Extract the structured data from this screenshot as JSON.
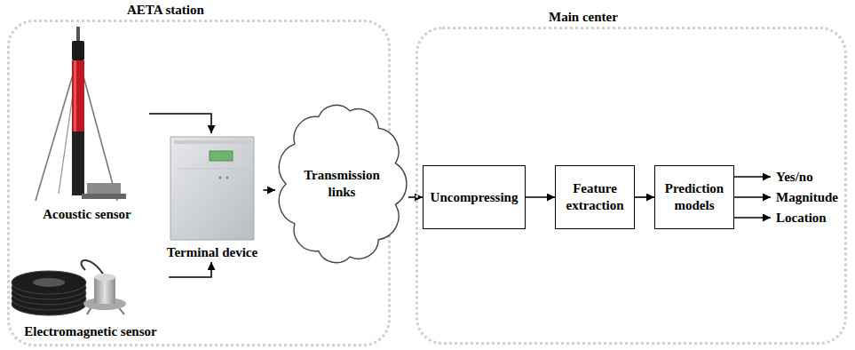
{
  "diagram": {
    "nodes": [
      {
        "text": [
          "AETA station"
        ]
      },
      {
        "text": [
          "Acoustic sensor"
        ],
        "in": 0
      },
      {
        "text": [
          "Electromagnetic sensor"
        ],
        "in": 0
      },
      {
        "text": [
          "Terminal device"
        ],
        "in": 0
      },
      {
        "text": [
          "Transmission links"
        ]
      },
      {
        "text": [
          "Main center"
        ]
      },
      {
        "text": [
          "Uncompressing"
        ],
        "in": 5
      },
      {
        "text": [
          "Feature extraction"
        ],
        "in": 5
      },
      {
        "text": [
          "Prediction models"
        ],
        "in": 5
      }
    ],
    "edges": [
      {
        "from": 1,
        "to": 3,
        "arrow": "to"
      },
      {
        "from": 2,
        "to": 3,
        "arrow": "to"
      },
      {
        "from": 3,
        "to": 4,
        "arrow": "to"
      },
      {
        "from": 4,
        "to": 6,
        "arrow": "to"
      },
      {
        "from": 6,
        "to": 7,
        "arrow": "to"
      },
      {
        "from": 7,
        "to": 8,
        "arrow": "to"
      }
    ],
    "labels": [
      "Yes/no",
      "Magnitude",
      "Location"
    ]
  }
}
